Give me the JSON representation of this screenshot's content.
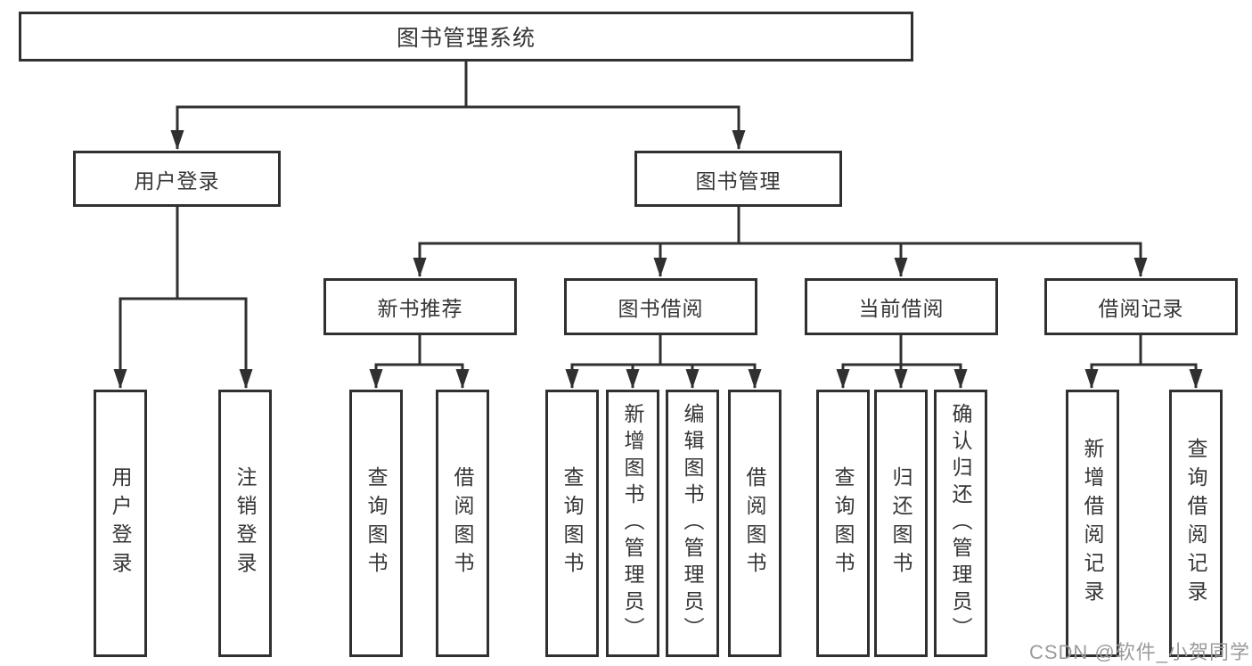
{
  "tree": {
    "root": {
      "label": "图书管理系统"
    },
    "branches": [
      {
        "label": "用户登录",
        "children": [
          {
            "label": "用户登录"
          },
          {
            "label": "注销登录"
          }
        ]
      },
      {
        "label": "图书管理",
        "children": [
          {
            "label": "新书推荐",
            "children": [
              {
                "label": "查询图书"
              },
              {
                "label": "借阅图书"
              }
            ]
          },
          {
            "label": "图书借阅",
            "children": [
              {
                "label": "查询图书"
              },
              {
                "label": "新增图书（管理员）"
              },
              {
                "label": "编辑图书（管理员）"
              },
              {
                "label": "借阅图书"
              }
            ]
          },
          {
            "label": "当前借阅",
            "children": [
              {
                "label": "查询图书"
              },
              {
                "label": "归还图书"
              },
              {
                "label": "确认归还（管理员）"
              }
            ]
          },
          {
            "label": "借阅记录",
            "children": [
              {
                "label": "新增借阅记录"
              },
              {
                "label": "查询借阅记录"
              }
            ]
          }
        ]
      }
    ]
  },
  "watermark": {
    "text": "CSDN @软件_小贺同学"
  },
  "colors": {
    "line": "#303030",
    "box_border": "#303030",
    "text": "#363636",
    "watermark": "#9b9b9b",
    "background": "#ffffff"
  }
}
